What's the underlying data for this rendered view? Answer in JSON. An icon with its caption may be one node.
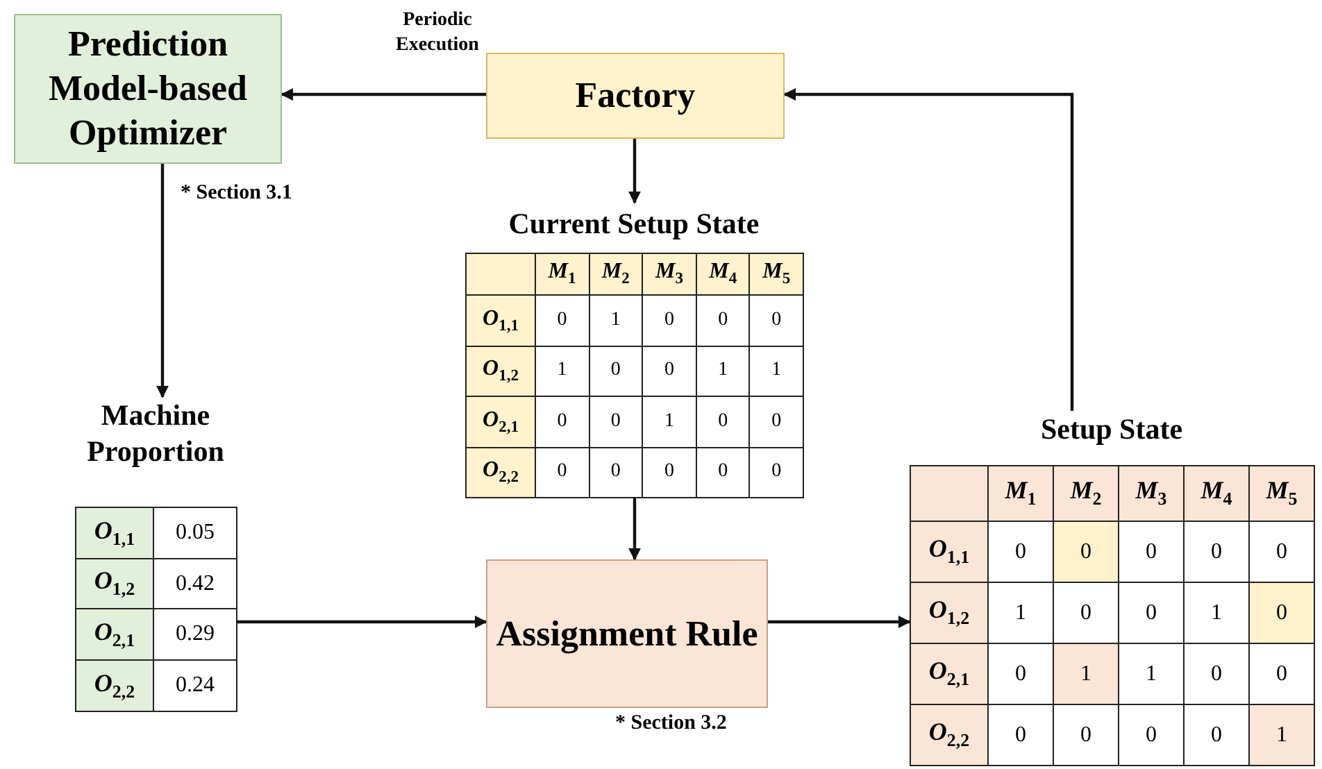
{
  "diagram": {
    "nodes": [
      {
        "text": [
          "Prediction Model-based Optimizer"
        ],
        "beside": [
          "* Section 3.1"
        ]
      },
      {
        "text": [
          "Factory"
        ]
      },
      {
        "text": [
          "Current Setup State"
        ]
      },
      {
        "text": [
          "Machine Proportion"
        ]
      },
      {
        "text": [
          "Assignment Rule"
        ],
        "beside": [
          "* Section 3.2"
        ]
      },
      {
        "text": [
          "Setup State"
        ]
      }
    ],
    "edges": [
      {
        "from": 1,
        "to": 0,
        "arrow": "to",
        "label": "Periodic Execution"
      },
      {
        "from": 1,
        "to": 2,
        "arrow": "to"
      },
      {
        "from": 0,
        "to": 3,
        "arrow": "to"
      },
      {
        "from": 2,
        "to": 4,
        "arrow": "to"
      },
      {
        "from": 3,
        "to": 4,
        "arrow": "to"
      },
      {
        "from": 4,
        "to": 5,
        "arrow": "to"
      },
      {
        "from": 5,
        "to": 1,
        "arrow": "to"
      }
    ],
    "labels": [
      "M$_{1}$",
      "M$_{2}$",
      "M$_{3}$",
      "M$_{4}$",
      "M$_{5}$",
      "O$_{1,1}$",
      "0",
      "1",
      "0",
      "0",
      "0",
      "O$_{1,2}$",
      "1",
      "0",
      "0",
      "1",
      "1",
      "O$_{2,1}$",
      "0",
      "0",
      "1",
      "0",
      "0",
      "O$_{2,2}$",
      "0",
      "0",
      "0",
      "0",
      "0",
      "O$_{1,1}$",
      "0.05",
      "O$_{1,2}$",
      "0.42",
      "O$_{2,1}$",
      "0.29",
      "O$_{2,2}$",
      "0.24",
      "M$_{1}$",
      "M$_{2}$",
      "M$_{3}$",
      "M$_{4}$",
      "M$_{5}$",
      "O$_{1,1}$",
      "0",
      "0",
      "0",
      "0",
      "0",
      "O$_{1,2}$",
      "1",
      "0",
      "0",
      "1",
      "0",
      "O$_{2,1}$",
      "0",
      "1",
      "1",
      "0",
      "0",
      "O$_{2,2}$",
      "0",
      "0",
      "0",
      "0",
      "1"
    ]
  }
}
